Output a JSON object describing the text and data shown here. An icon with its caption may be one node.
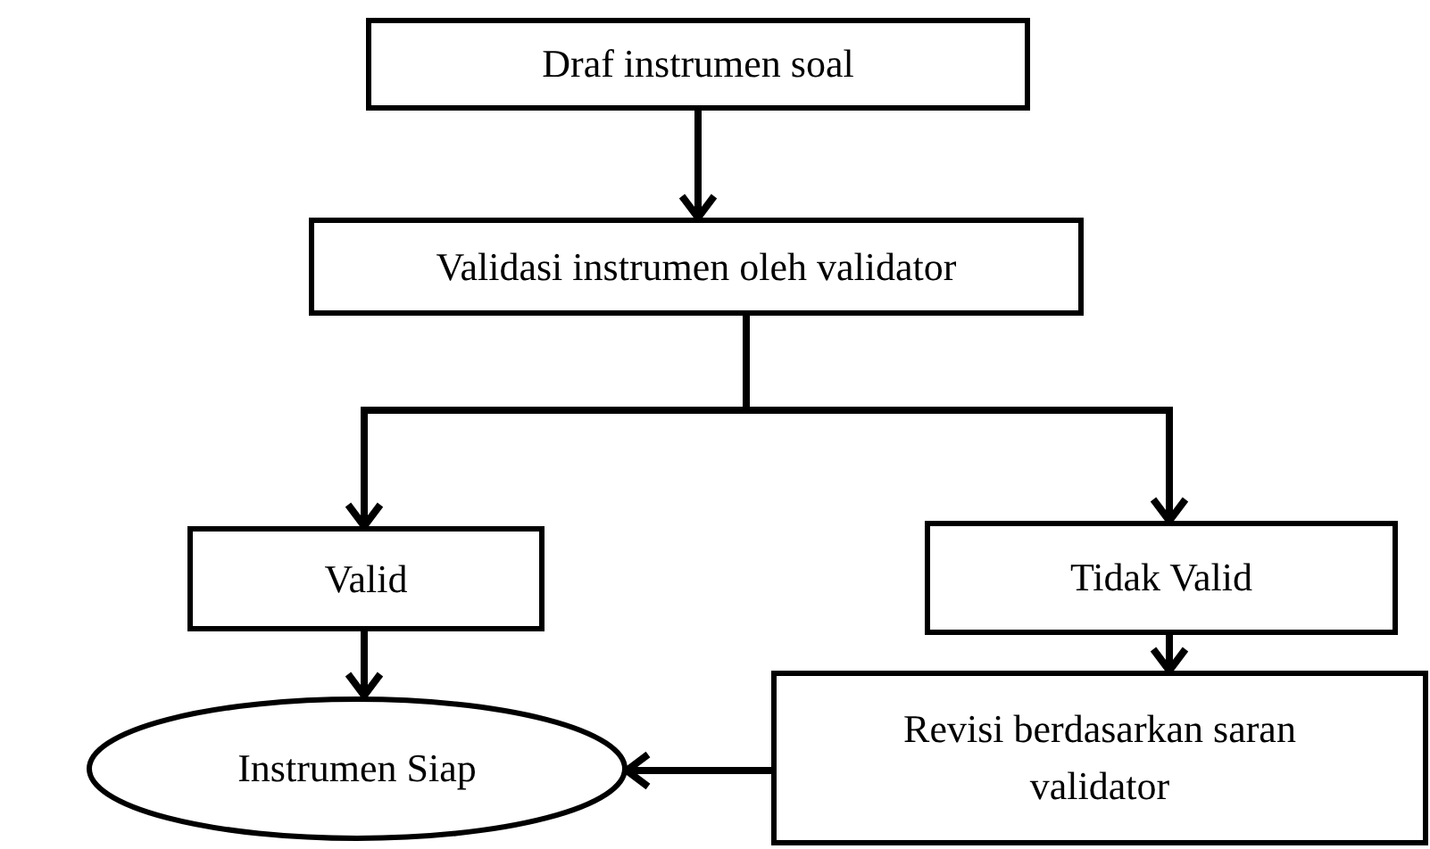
{
  "diagram": {
    "nodes": [
      {
        "text": [
          "Draf instrumen soal"
        ]
      },
      {
        "text": [
          "Validasi instrumen oleh validator"
        ]
      },
      {
        "text": [
          "Valid"
        ]
      },
      {
        "text": [
          "Tidak Valid"
        ]
      },
      {
        "text": [
          "Instrumen Siap"
        ]
      },
      {
        "text": [
          "Revisi berdasarkan saran validator"
        ]
      }
    ],
    "edges": [
      {
        "from": 0,
        "to": 1,
        "arrow": "to"
      },
      {
        "from": 1,
        "to": 2,
        "arrow": "to"
      },
      {
        "from": 1,
        "to": 3,
        "arrow": "to"
      },
      {
        "from": 2,
        "to": 4,
        "arrow": "to"
      },
      {
        "from": 3,
        "to": 5,
        "arrow": "to"
      },
      {
        "from": 5,
        "to": 4,
        "arrow": "to"
      }
    ]
  }
}
